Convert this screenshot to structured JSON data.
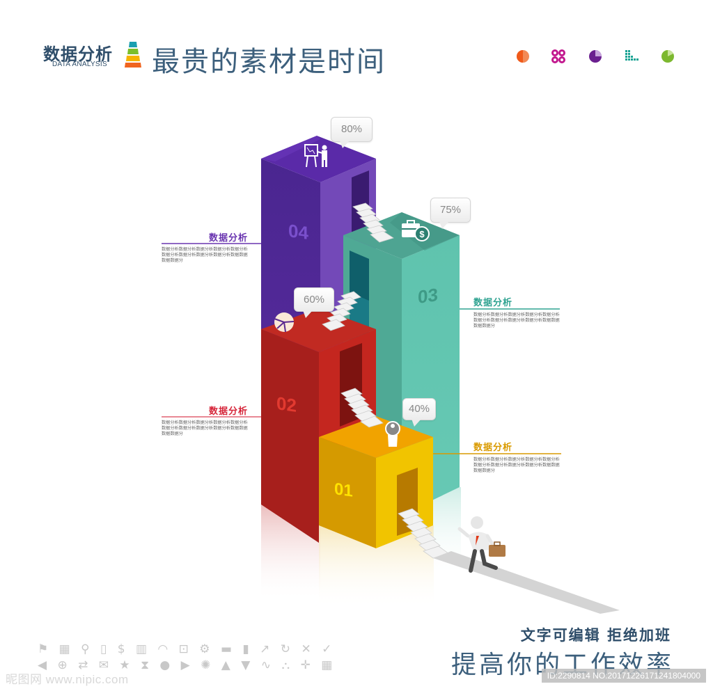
{
  "header": {
    "brand_title": "数据分析",
    "brand_subtitle": "DATA ANALYSIS",
    "slogan": "最贵的素材是时间",
    "logo_colors": [
      "#1a9fb0",
      "#7bbf2a",
      "#f5b400",
      "#f0641e"
    ],
    "top_icons": [
      {
        "name": "half-pie-icon",
        "color": "#f26522"
      },
      {
        "name": "four-rings-icon",
        "color": "#c2188e"
      },
      {
        "name": "quarter-pie-icon",
        "color": "#6a1f8f"
      },
      {
        "name": "dot-grid-icon",
        "color": "#1aa394"
      },
      {
        "name": "small-slice-pie-icon",
        "color": "#7cb82f"
      }
    ]
  },
  "chart_data": {
    "type": "infographic-steps",
    "title": "最贵的素材是时间",
    "steps": [
      {
        "label": "01",
        "percent": "40%",
        "value": 40,
        "color": "#e8b000",
        "icon": "person-icon",
        "legend_title": "数据分析"
      },
      {
        "label": "02",
        "percent": "60%",
        "value": 60,
        "color": "#c4261f",
        "icon": "pie-chart-icon",
        "legend_title": "数据分析"
      },
      {
        "label": "03",
        "percent": "75%",
        "value": 75,
        "color": "#5cc1ad",
        "icon": "briefcase-dollar-icon",
        "legend_title": "数据分析"
      },
      {
        "label": "04",
        "percent": "80%",
        "value": 80,
        "color": "#5b2aa0",
        "icon": "presentation-icon",
        "legend_title": "数据分析"
      }
    ]
  },
  "legends": {
    "step04": {
      "title": "数据分析",
      "body": "数据分析数据分析数据分析数据分析数据分析数据分析数据分析数据分析数据分析数据数据数据数据分",
      "color": "#6a35b0"
    },
    "step03": {
      "title": "数据分析",
      "body": "数据分析数据分析数据分析数据分析数据分析数据分析数据分析数据分析数据分析数据数据数据数据分",
      "color": "#2fa391"
    },
    "step02": {
      "title": "数据分析",
      "body": "数据分析数据分析数据分析数据分析数据分析数据分析数据分析数据分析数据分析数据数据数据数据分",
      "color": "#d6263a"
    },
    "step01": {
      "title": "数据分析",
      "body": "数据分析数据分析数据分析数据分析数据分析数据分析数据分析数据分析数据分析数据数据数据数据分",
      "color": "#d99a00"
    }
  },
  "boxes": {
    "b04": {
      "label": "04",
      "bubble": "80%"
    },
    "b03": {
      "label": "03",
      "bubble": "75%"
    },
    "b02": {
      "label": "02",
      "bubble": "60%"
    },
    "b01": {
      "label": "01",
      "bubble": "40%"
    }
  },
  "footer": {
    "line1": "文字可编辑  拒绝加班",
    "line2": "提高你的工作效率"
  },
  "icon_set": {
    "row1": "⚑ ▦ ⚲ ▯ $ ▥ ◠ ⊡ ⚙ ▬ ▮ ↗ ↻ ✕ ✓",
    "row2": "◀ ⊕ ⇄ ✉ ★ ⧗ ● ▶ ✺ ▲ ▼ ∿ ⛬ ✛ ▦"
  },
  "watermark": {
    "site": "昵图网 www.nipic.com",
    "id": "ID:2290814 NO:20171226171241804000"
  }
}
